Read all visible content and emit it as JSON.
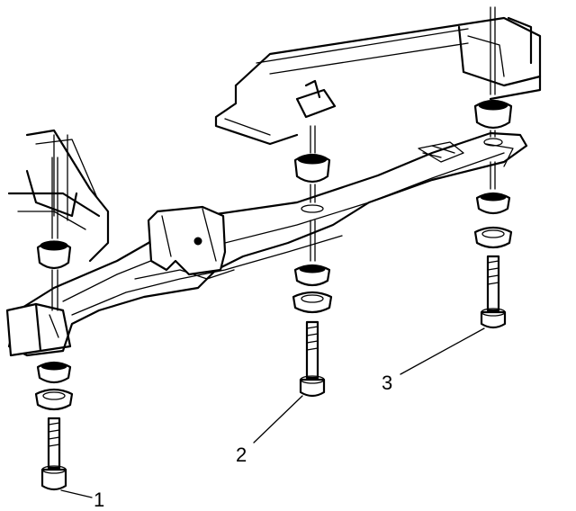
{
  "callouts": [
    {
      "label": "1"
    },
    {
      "label": "2"
    },
    {
      "label": "3"
    }
  ],
  "colors": {
    "ink": "#000000",
    "paper": "#ffffff"
  }
}
